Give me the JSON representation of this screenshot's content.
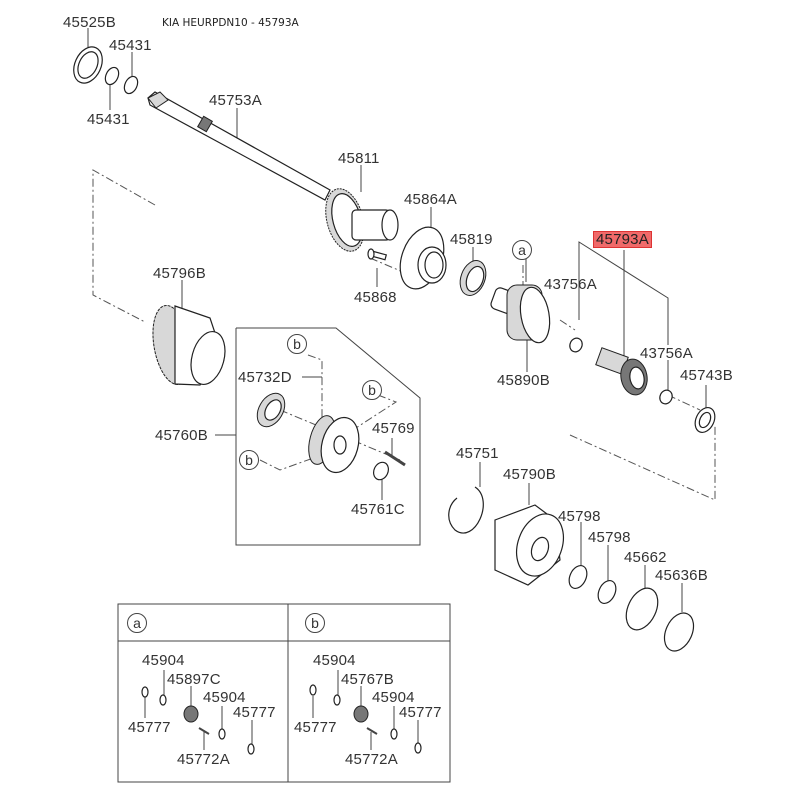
{
  "title": "KIA HEURPDN10 - 45793A",
  "highlight_color": "#f06a6a",
  "highlighted_part": "45793A",
  "labels": {
    "p45525B": "45525B",
    "p45431_top": "45431",
    "p45431_bottom": "45431",
    "p45753A": "45753A",
    "p45811": "45811",
    "p45864A": "45864A",
    "p45819": "45819",
    "p45868": "45868",
    "p45793A": "45793A",
    "p43756A_left": "43756A",
    "p43756A_right": "43756A",
    "p45743B": "45743B",
    "p45890B": "45890B",
    "p45796B": "45796B",
    "p45760B": "45760B",
    "p45732D": "45732D",
    "p45769": "45769",
    "p45761C": "45761C",
    "p45751": "45751",
    "p45790B": "45790B",
    "p45798_a": "45798",
    "p45798_b": "45798",
    "p45662": "45662",
    "p45636B": "45636B"
  },
  "callouts": {
    "a": "a",
    "b": "b"
  },
  "detail_table": {
    "a": {
      "header": "a",
      "parts": {
        "p45904_1": "45904",
        "p45897C": "45897C",
        "p45904_2": "45904",
        "p45777_1": "45777",
        "p45777_2": "45777",
        "p45772A": "45772A"
      }
    },
    "b": {
      "header": "b",
      "parts": {
        "p45904_1": "45904",
        "p45767B": "45767B",
        "p45904_2": "45904",
        "p45777_1": "45777",
        "p45777_2": "45777",
        "p45772A": "45772A"
      }
    }
  }
}
